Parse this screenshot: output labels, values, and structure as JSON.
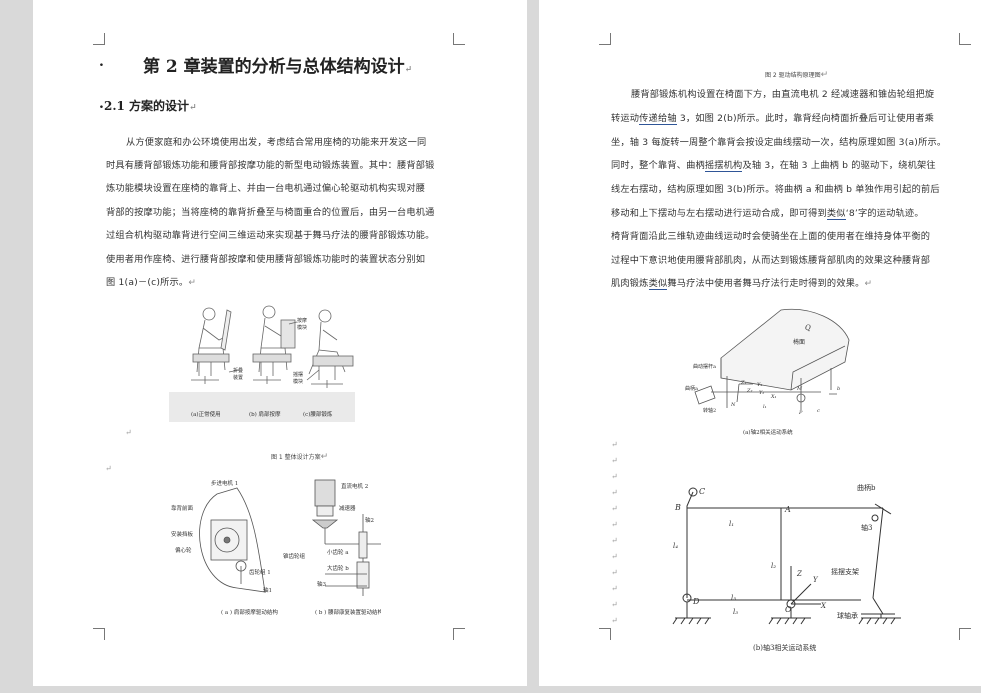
{
  "return_mark": "↵",
  "left_page": {
    "chapter_title": "第 2 章装置的分析与总体结构设计",
    "section_title": "2.1 方案的设计",
    "lines": [
      "从方便家庭和办公环境使用出发，考虑结合常用座椅的功能来开发这一同",
      "时具有腰背部锻炼功能和腰背部按摩功能的新型电动锻炼装置。其中：腰背部锻",
      "炼功能模块设置在座椅的靠背上、并由一台电机通过偏心轮驱动机构实现对腰",
      "背部的按摩功能；当将座椅的靠背折叠至与椅面重合的位置后，由另一台电机通",
      "过组合机构驱动靠背进行空间三维运动来实现基于舞马疗法的腰背部锻炼功能。",
      "使用者用作座椅、进行腰背部按摩和使用腰背部锻炼功能时的装置状态分别如",
      "图 1(a)－(c)所示。"
    ],
    "figure1": {
      "labels": [
        "按摩",
        "模块",
        "折叠",
        "装置",
        "摇摆",
        "模块"
      ],
      "subcaptions": [
        "(a)正常使用",
        "(b) 肩部按摩",
        "(c)腰部锻炼"
      ],
      "caption": "图 1 整体设计方案"
    },
    "figure2": {
      "labels_left": [
        "步进电机 1",
        "靠背前面",
        "安装挡板",
        "偏心轮",
        "齿轮组 1",
        "轴1"
      ],
      "labels_right": [
        "直流电机 2",
        "减速器",
        "轴2",
        "锥齿轮组",
        "小齿轮 a",
        "大齿轮 b",
        "轴3"
      ],
      "subcaptions": [
        "( a ) 肩部按摩驱动结构",
        "( b ) 腰部康复装置驱动结构"
      ]
    }
  },
  "right_page": {
    "top_caption": "图 2 驱动结构原理图",
    "lines": [
      "腰背部锻炼机构设置在椅面下方，由直流电机 2 经减速器和锥齿轮组把旋",
      [
        "转运动",
        "传递给轴",
        " 3，如图 2(b)所示。此时，靠背经向椅面折叠后可让使用者乘"
      ],
      "坐，轴 3 每旋转一周整个靠背会按设定曲线摆动一次，结构原理如图 3(a)所示。",
      [
        "同时，整个靠背、曲柄",
        "摇摆机构",
        "及轴 3，在轴 3 上曲柄 b 的驱动下，绕机架往"
      ],
      "线左右摆动，结构原理如图 3(b)所示。将曲柄 a 和曲柄 b 单独作用引起的前后",
      [
        "移动和上下摆动与左右摆动进行运动合成，即可得到",
        "类似",
        "‘8’字的运动轨迹。"
      ],
      "椅背背面沿此三维轨迹曲线运动时会使骑坐在上面的使用者在维持身体平衡的",
      "过程中下意识地使用腰背部肌肉，从而达到锻炼腰背部肌肉的效果这种腰背部",
      [
        "肌肉锻炼",
        "类似",
        "舞马疗法中使用者舞马疗法行走时得到的效果。"
      ]
    ],
    "figure3a": {
      "labels": [
        "Q",
        "椅面",
        "曲动摆杆a",
        "曲柄a",
        "转轴2",
        "Z₁",
        "Y₁",
        "Z₂",
        "Y₂",
        "X₁",
        "N",
        "l₁",
        "M",
        "P",
        "c",
        "b"
      ],
      "caption": "(a)轴2相关运动系统"
    },
    "figure3b": {
      "labels": [
        "C",
        "A",
        "B",
        "l₁",
        "l₂",
        "l₃",
        "l₄",
        "l₅",
        "曲柄b",
        "轴3",
        "摇摆支架",
        "Z",
        "Y",
        "X",
        "D",
        "O",
        "球轴承"
      ],
      "caption": "(b)轴3相关运动系统"
    }
  }
}
